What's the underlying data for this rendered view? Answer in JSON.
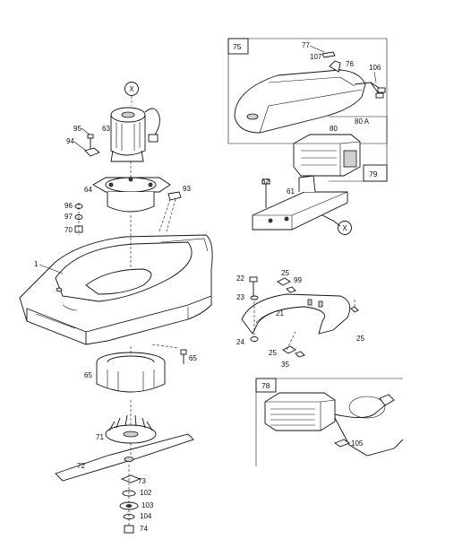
{
  "marker": "X",
  "labels": {
    "l1": "1",
    "l21": "21",
    "l22": "22",
    "l23": "23",
    "l24": "24",
    "l25a": "25",
    "l25b": "25",
    "l25c": "25",
    "l35": "35",
    "l61": "61",
    "l62": "62",
    "l63": "63",
    "l64": "64",
    "l65a": "65",
    "l65b": "65",
    "l70": "70",
    "l71": "71",
    "l72": "72",
    "l73": "73",
    "l74": "74",
    "l75": "75",
    "l76": "76",
    "l77": "77",
    "l78": "78",
    "l79": "79",
    "l80": "80",
    "l80a": "80 A",
    "l93": "93",
    "l94": "94",
    "l95": "95",
    "l96": "96",
    "l97": "97",
    "l99": "99",
    "l102": "102",
    "l103": "103",
    "l104": "104",
    "l105": "105",
    "l106": "106",
    "l107": "107"
  }
}
